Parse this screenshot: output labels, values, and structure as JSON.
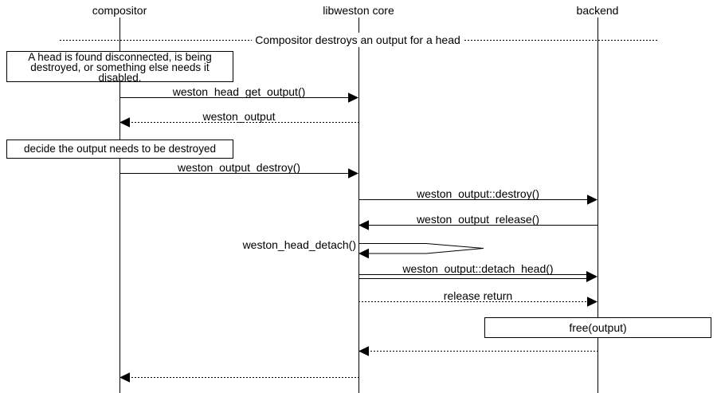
{
  "diagram": {
    "title": "Compositor destroys an output for a head",
    "actors": [
      {
        "id": "compositor",
        "label": "compositor"
      },
      {
        "id": "libweston-core",
        "label": "libweston core"
      },
      {
        "id": "backend",
        "label": "backend"
      }
    ],
    "divider": {
      "label": "Compositor destroys an output for a head"
    },
    "notes": [
      {
        "on": "compositor",
        "lines": [
          "A head is found disconnected, is being",
          "destroyed, or something else needs it",
          "disabled."
        ]
      },
      {
        "on": "compositor",
        "lines": [
          "decide the output needs to be destroyed"
        ]
      }
    ],
    "messages": [
      {
        "label": "weston_head_get_output()",
        "from": "compositor",
        "to": "libweston core",
        "style": "solid"
      },
      {
        "label": "weston_output",
        "from": "libweston core",
        "to": "compositor",
        "style": "dotted"
      },
      {
        "label": "weston_output_destroy()",
        "from": "compositor",
        "to": "libweston core",
        "style": "solid"
      },
      {
        "label": "weston_output::destroy()",
        "from": "libweston core",
        "to": "backend",
        "style": "solid"
      },
      {
        "label": "weston_output_release()",
        "from": "backend",
        "to": "libweston core",
        "style": "solid"
      },
      {
        "label": "weston_head_detach()",
        "from": "libweston core",
        "to": "libweston core",
        "style": "self-call"
      },
      {
        "label": "weston_output::detach_head()",
        "from": "libweston core",
        "to": "backend",
        "style": "double"
      },
      {
        "label": "release return",
        "from": "libweston core",
        "to": "backend",
        "style": "dotted"
      },
      {
        "label": "free(output)",
        "on": "backend",
        "style": "action-box"
      },
      {
        "label": "",
        "from": "backend",
        "to": "libweston core",
        "style": "dotted"
      },
      {
        "label": "",
        "from": "libweston core",
        "to": "compositor",
        "style": "dotted"
      }
    ]
  }
}
